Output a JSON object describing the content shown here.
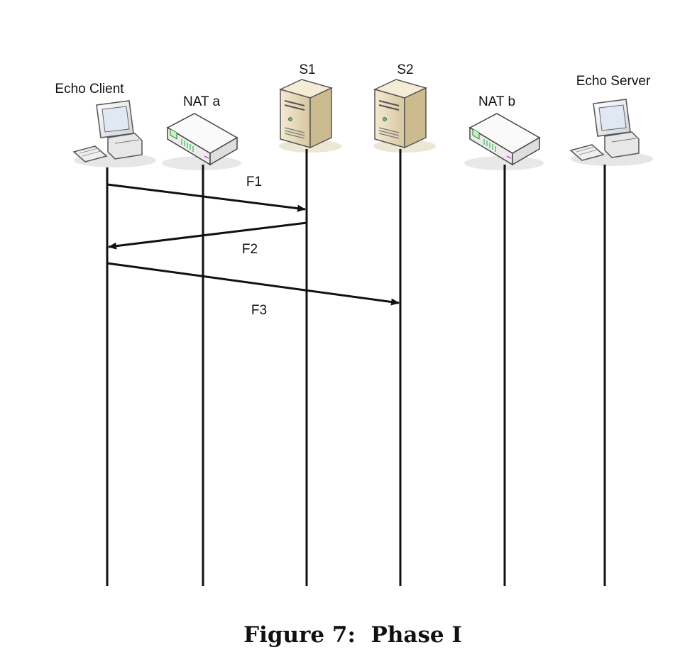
{
  "participants": [
    {
      "id": "echo-client",
      "label": "Echo Client",
      "icon": "workstation-icon"
    },
    {
      "id": "nat-a",
      "label": "NAT a",
      "icon": "router-icon"
    },
    {
      "id": "s1",
      "label": "S1",
      "icon": "server-icon"
    },
    {
      "id": "s2",
      "label": "S2",
      "icon": "server-icon"
    },
    {
      "id": "nat-b",
      "label": "NAT b",
      "icon": "router-icon"
    },
    {
      "id": "echo-server",
      "label": "Echo Server",
      "icon": "workstation-icon"
    }
  ],
  "messages": [
    {
      "label": "F1",
      "from": "echo-client",
      "to": "s1"
    },
    {
      "label": "F2",
      "from": "s1",
      "to": "echo-client"
    },
    {
      "label": "F3",
      "from": "echo-client",
      "to": "s2"
    }
  ],
  "caption": "Figure 7:  Phase I",
  "colors": {
    "line": "#111111",
    "server_body": "#e9dcbc",
    "server_shade": "#c9b88f",
    "monitor": "#e2e2e2",
    "router_body": "#f2f2f2",
    "router_lights": "#2bbf4a"
  }
}
